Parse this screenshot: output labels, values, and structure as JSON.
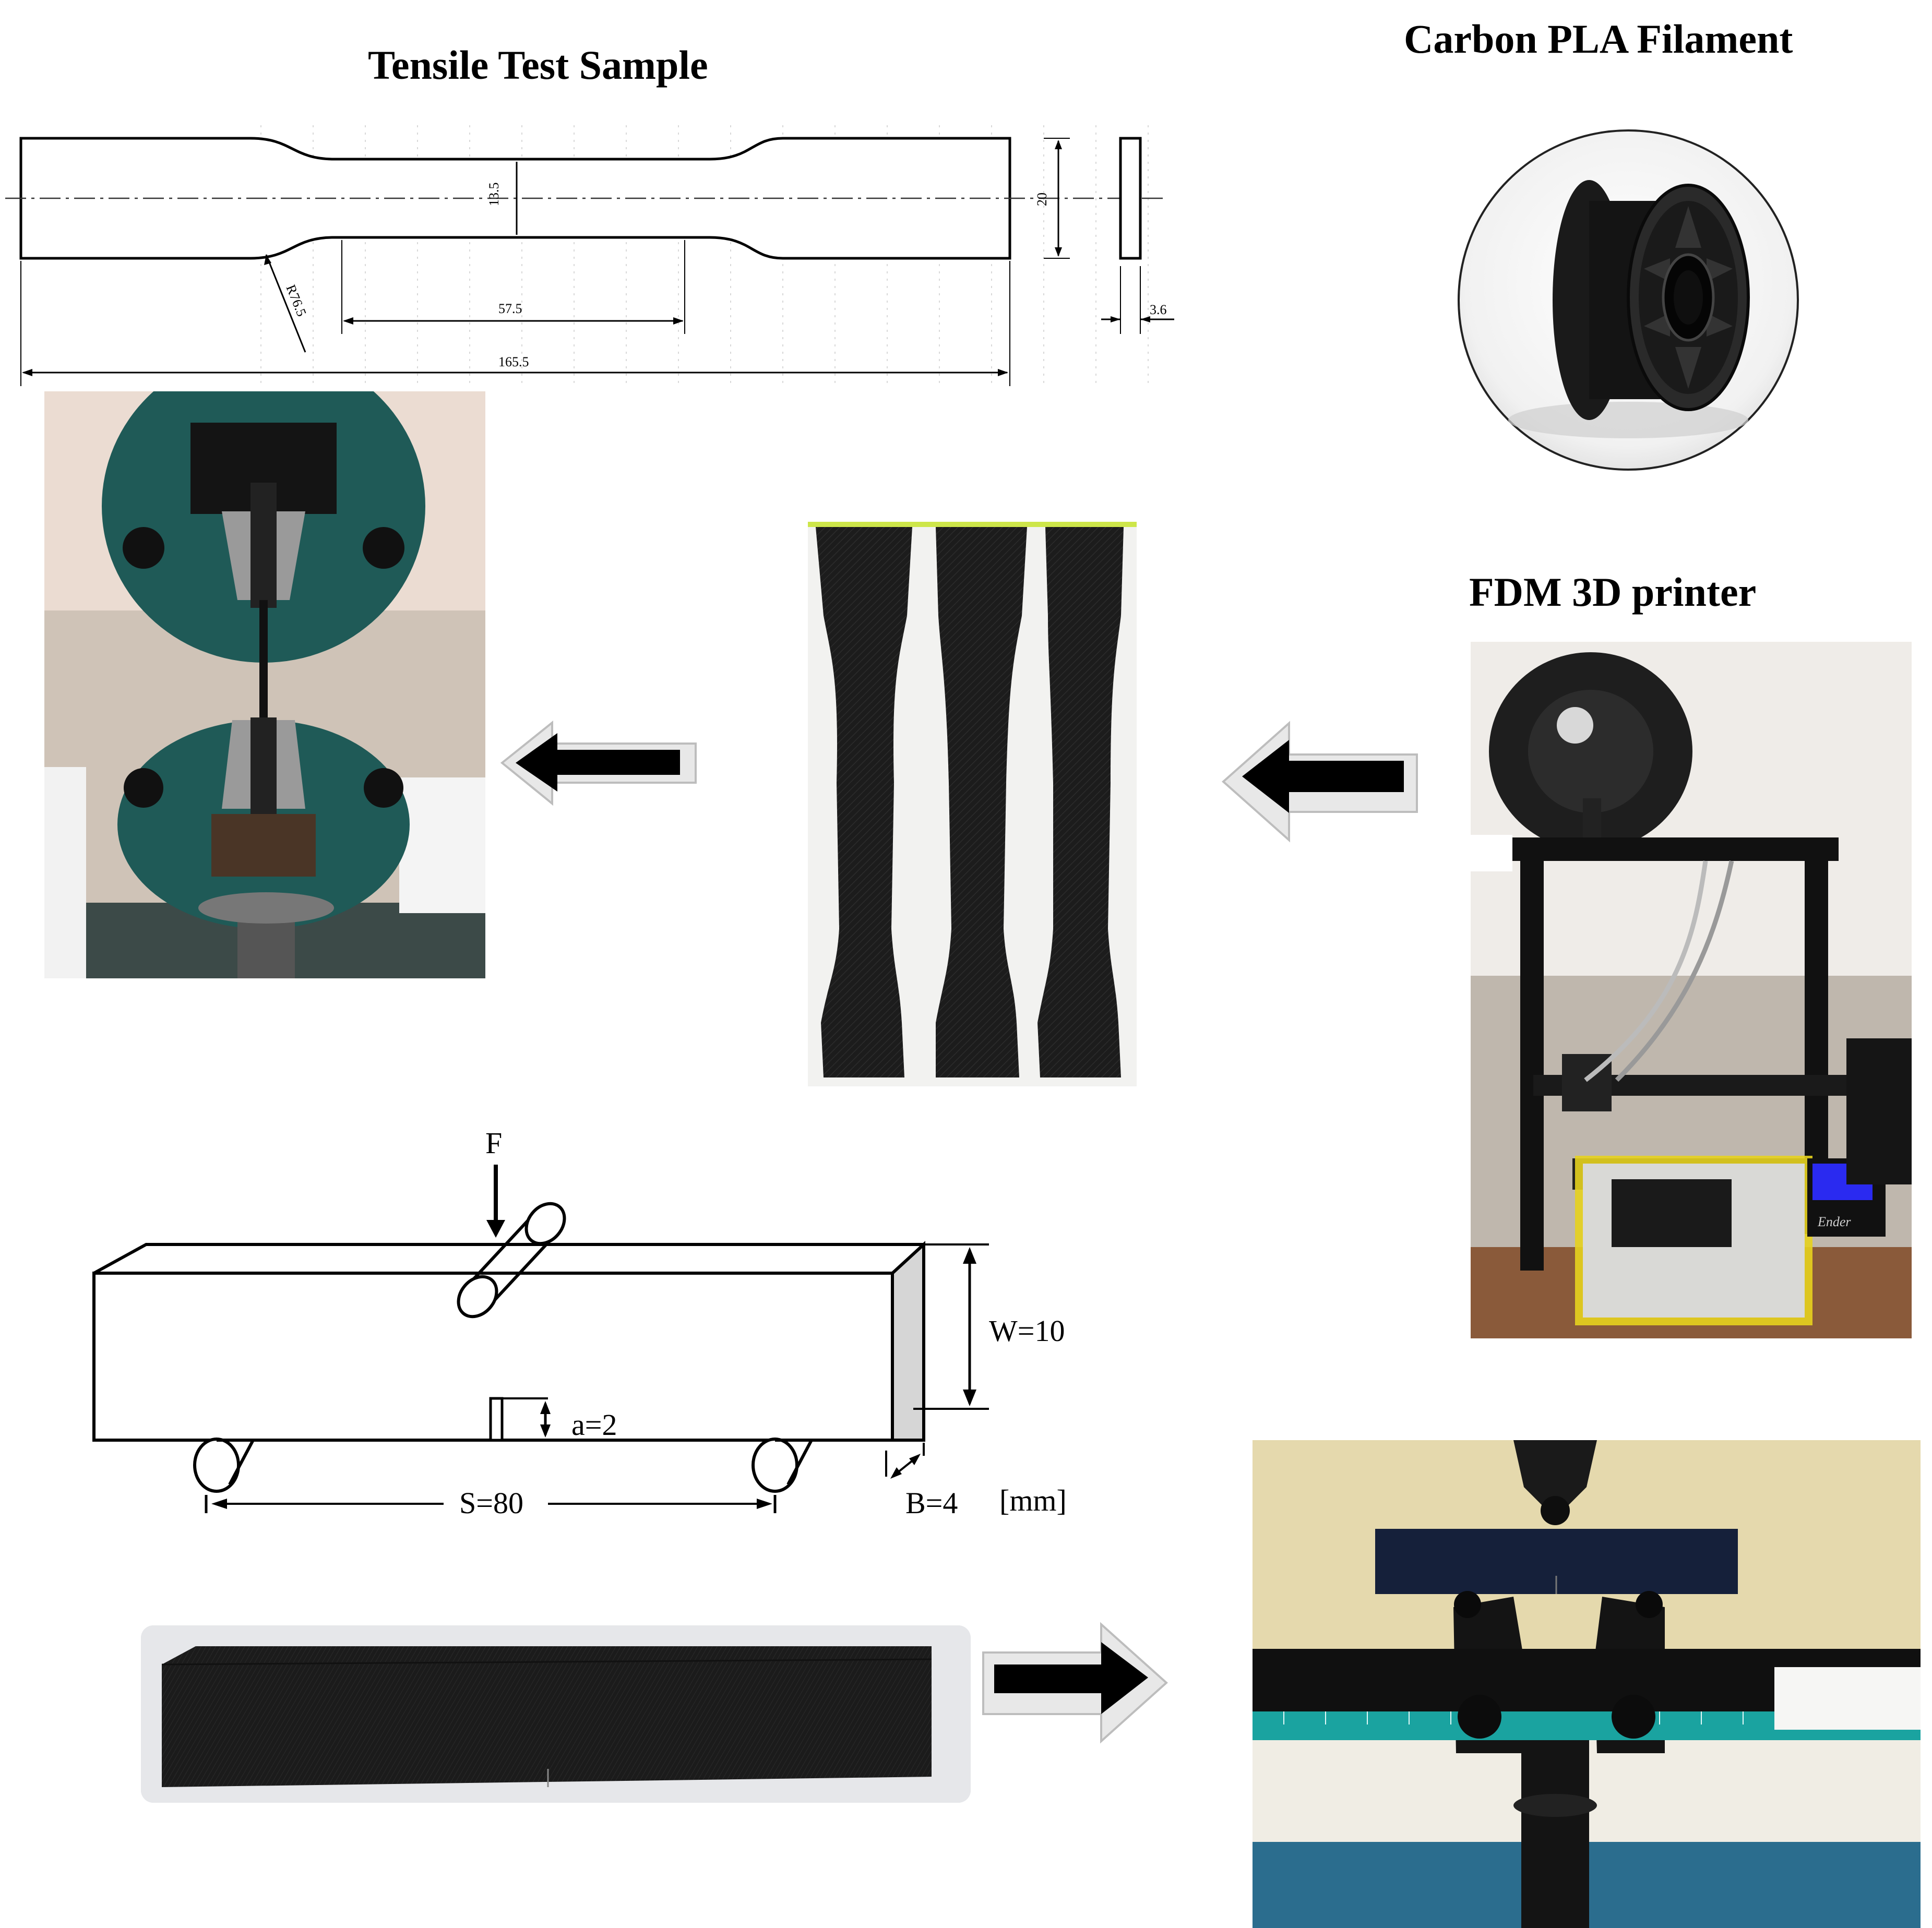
{
  "titles": {
    "tensile": "Tensile Test Sample",
    "filament": "Carbon PLA Filament",
    "printer": "FDM 3D printer"
  },
  "tensile_drawing": {
    "width_dim": "20",
    "gauge_width_dim": "13.5",
    "radius_dim": "R76.5",
    "gauge_length_dim": "57.5",
    "total_length_dim": "165.5",
    "thickness_dim": "3.6"
  },
  "bend_drawing": {
    "force_label": "F",
    "width_label": "W=10",
    "notch_label": "a=2",
    "span_label": "S=80",
    "thickness_label": "B=4",
    "unit_label": "[mm]"
  },
  "printer_photo": {
    "brand_label": "Ender"
  },
  "colors": {
    "grip_green": "#1f5a57",
    "filament_black": "#141414",
    "ruler_teal": "#1aa3a0",
    "plate_yellow": "#e6d21e"
  }
}
